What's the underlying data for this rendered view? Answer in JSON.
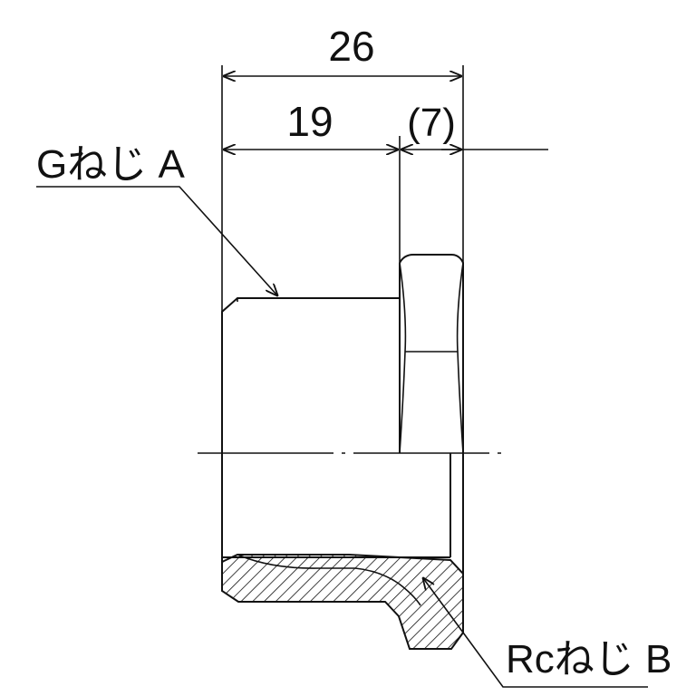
{
  "dimensions": {
    "overall": "26",
    "thread_length": "19",
    "hex_width": "(7)"
  },
  "callouts": {
    "thread_a": "Gねじ A",
    "thread_b": "Rcねじ B"
  }
}
